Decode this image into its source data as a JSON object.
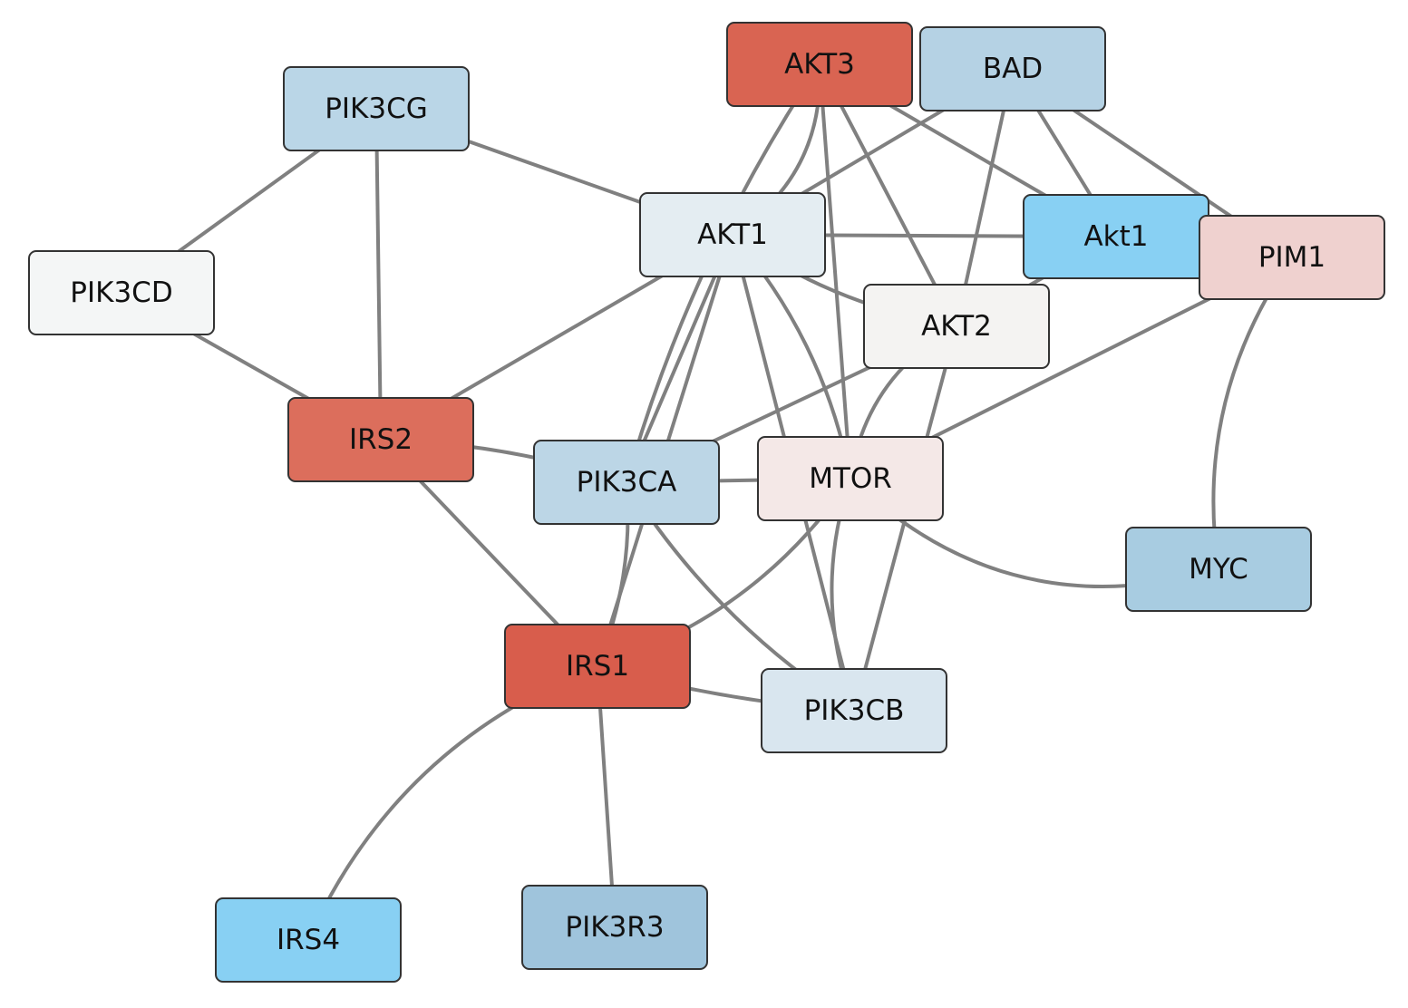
{
  "nodes": [
    {
      "id": "AKT3",
      "label": "AKT3",
      "color": "#d96452"
    },
    {
      "id": "BAD",
      "label": "BAD",
      "color": "#b5d2e4"
    },
    {
      "id": "PIK3CG",
      "label": "PIK3CG",
      "color": "#bad6e7"
    },
    {
      "id": "AKT1",
      "label": "AKT1",
      "color": "#e4edf2"
    },
    {
      "id": "Akt1",
      "label": "Akt1",
      "color": "#88d0f3"
    },
    {
      "id": "PIM1",
      "label": "PIM1",
      "color": "#efd1cf"
    },
    {
      "id": "PIK3CD",
      "label": "PIK3CD",
      "color": "#f4f6f6"
    },
    {
      "id": "AKT2",
      "label": "AKT2",
      "color": "#f4f3f2"
    },
    {
      "id": "IRS2",
      "label": "IRS2",
      "color": "#dc6e5c"
    },
    {
      "id": "PIK3CA",
      "label": "PIK3CA",
      "color": "#bcd6e6"
    },
    {
      "id": "MTOR",
      "label": "MTOR",
      "color": "#f4e8e7"
    },
    {
      "id": "MYC",
      "label": "MYC",
      "color": "#a8cce1"
    },
    {
      "id": "IRS1",
      "label": "IRS1",
      "color": "#d85d4c"
    },
    {
      "id": "PIK3CB",
      "label": "PIK3CB",
      "color": "#d9e6ef"
    },
    {
      "id": "IRS4",
      "label": "IRS4",
      "color": "#88d0f3"
    },
    {
      "id": "PIK3R3",
      "label": "PIK3R3",
      "color": "#9fc4dc"
    }
  ],
  "edges": [
    [
      "PIK3CG",
      "PIK3CD"
    ],
    [
      "PIK3CG",
      "IRS2"
    ],
    [
      "PIK3CG",
      "AKT1"
    ],
    [
      "PIK3CD",
      "IRS2"
    ],
    [
      "IRS2",
      "AKT1"
    ],
    [
      "IRS2",
      "PIK3CA"
    ],
    [
      "IRS2",
      "IRS1"
    ],
    [
      "AKT3",
      "AKT1"
    ],
    [
      "AKT3",
      "AKT2"
    ],
    [
      "AKT3",
      "MTOR"
    ],
    [
      "AKT3",
      "PIK3CA"
    ],
    [
      "AKT3",
      "Akt1"
    ],
    [
      "BAD",
      "AKT1"
    ],
    [
      "BAD",
      "Akt1"
    ],
    [
      "BAD",
      "PIM1"
    ],
    [
      "BAD",
      "AKT2"
    ],
    [
      "AKT1",
      "Akt1"
    ],
    [
      "AKT1",
      "AKT2"
    ],
    [
      "AKT1",
      "MTOR"
    ],
    [
      "AKT1",
      "PIK3CA"
    ],
    [
      "AKT1",
      "IRS1"
    ],
    [
      "AKT1",
      "PIK3CB"
    ],
    [
      "Akt1",
      "AKT2"
    ],
    [
      "PIM1",
      "MTOR"
    ],
    [
      "PIM1",
      "MYC"
    ],
    [
      "AKT2",
      "MTOR"
    ],
    [
      "AKT2",
      "PIK3CA"
    ],
    [
      "AKT2",
      "PIK3CB"
    ],
    [
      "PIK3CA",
      "MTOR"
    ],
    [
      "PIK3CA",
      "IRS1"
    ],
    [
      "PIK3CA",
      "PIK3CB"
    ],
    [
      "MTOR",
      "MYC"
    ],
    [
      "MTOR",
      "IRS1"
    ],
    [
      "MTOR",
      "PIK3CB"
    ],
    [
      "IRS1",
      "PIK3CB"
    ],
    [
      "IRS1",
      "IRS4"
    ],
    [
      "IRS1",
      "PIK3R3"
    ]
  ]
}
